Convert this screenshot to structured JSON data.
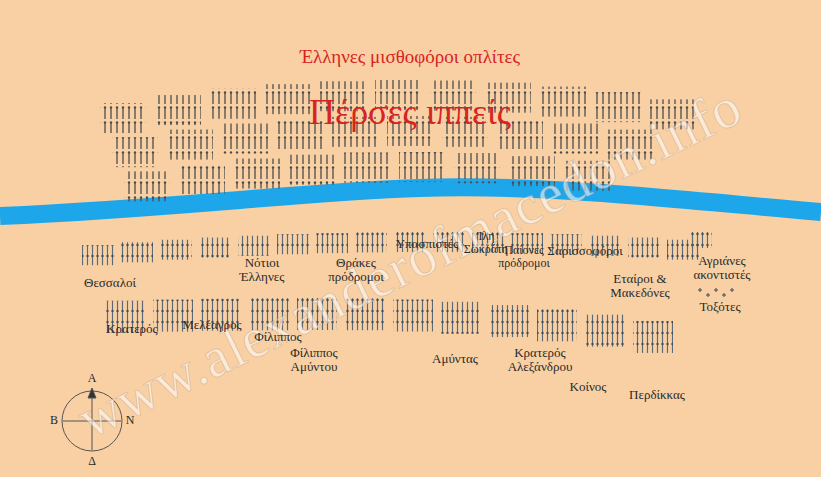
{
  "diagram": {
    "labels": [
      "Έλληνες μισθοφόροι οπλίτες",
      "Πέρσες ιππείς",
      "Θεσσαλοί",
      "Νότιοι Έλληνες",
      "Θράκες πρόδρομοι",
      "Υπασπιστές",
      "Ίλη Σωκράτη",
      "Παίονες πρόδρομοι",
      "Σαρισσοφόροι",
      "Εταίροι & Μακεδόνες",
      "Αγριάνες ακοντιστές",
      "Τοξότες",
      "Κρατερός",
      "Μελέαγρος",
      "Φίλιππος",
      "Φίλιππος Αμύντου",
      "Αμύντας",
      "Κρατερός Αλεξάνδρου",
      "Κοίνος",
      "Περδίκκας",
      "Α",
      "Β",
      "Ν",
      "Δ",
      "www.alexanderofmacedon.info"
    ]
  }
}
